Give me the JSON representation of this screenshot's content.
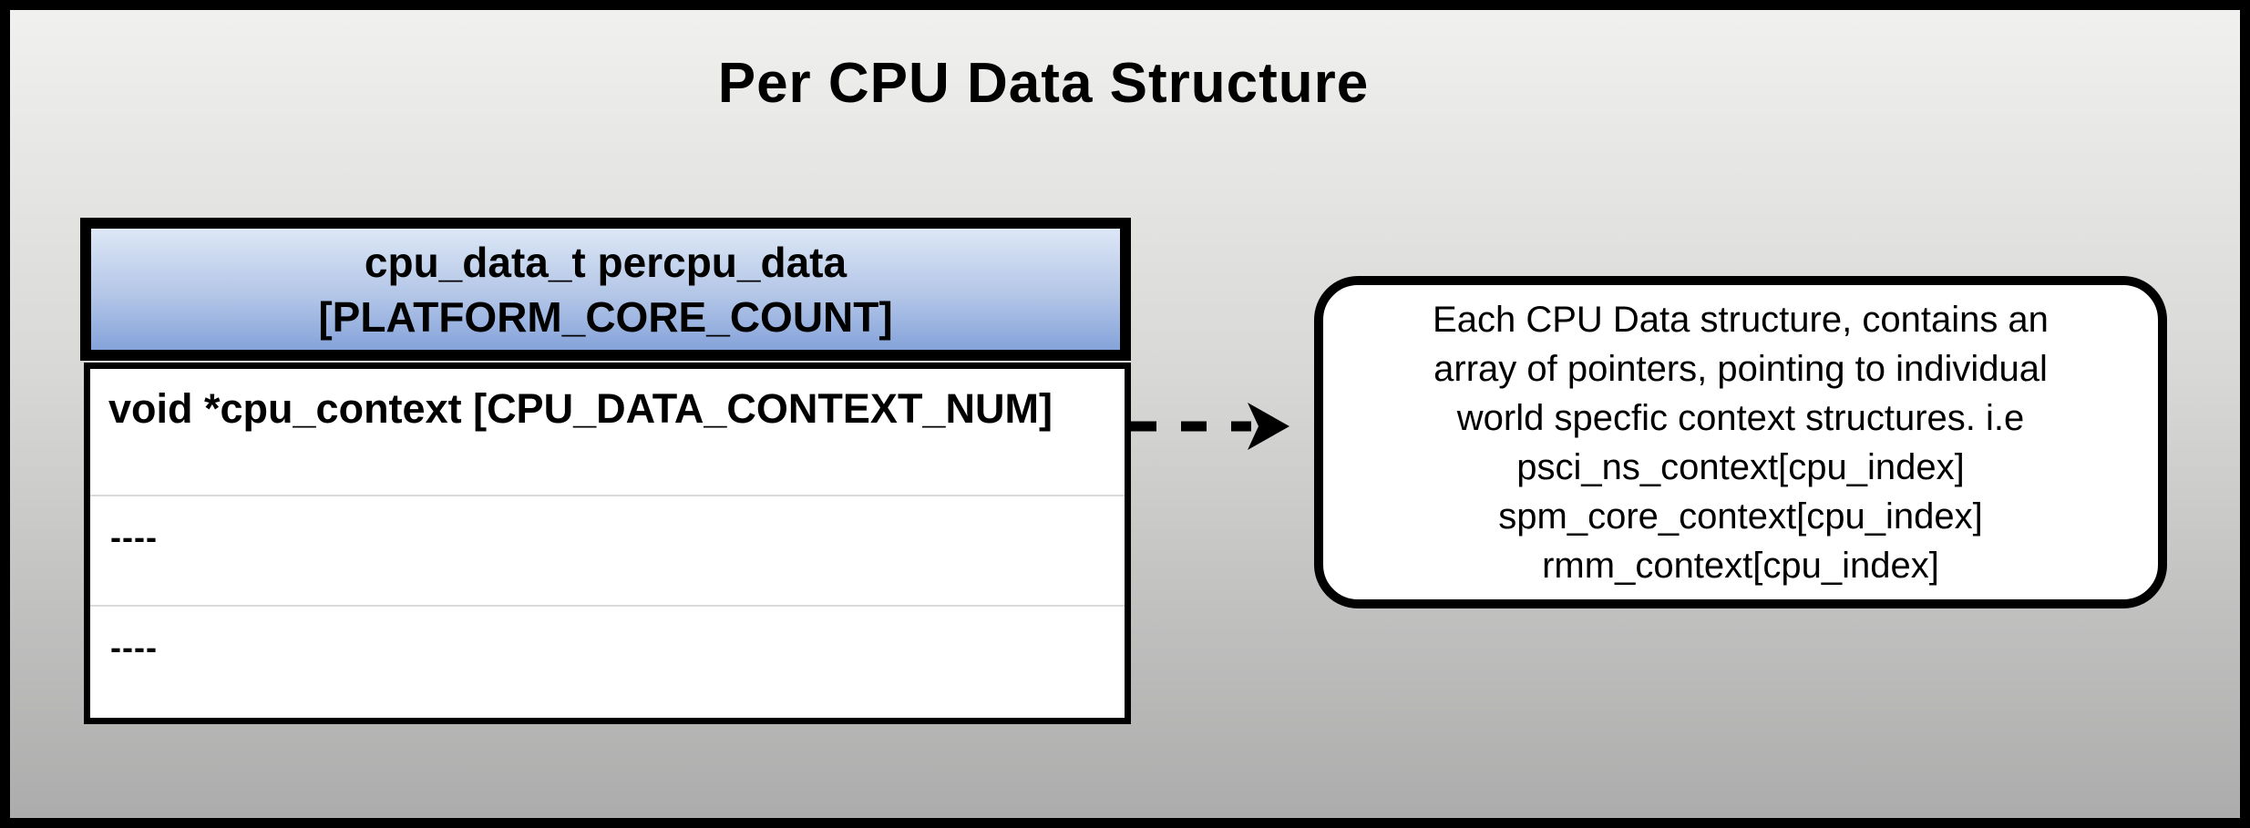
{
  "title": "Per CPU Data Structure",
  "table": {
    "header_line1": "cpu_data_t percpu_data",
    "header_line2": "[PLATFORM_CORE_COUNT]",
    "rows": [
      "void *cpu_context [CPU_DATA_CONTEXT_NUM]",
      "----",
      "----"
    ]
  },
  "arrow": {
    "icon": "dashed-right-arrow",
    "direction": "right",
    "style": "dashed"
  },
  "annotation": {
    "lines": [
      "Each CPU Data structure, contains an",
      "array of pointers, pointing to individual",
      "world specfic context structures. i.e",
      "psci_ns_context[cpu_index]",
      "spm_core_context[cpu_index]",
      "rmm_context[cpu_index]"
    ]
  },
  "colors": {
    "frame_border": "#000000",
    "background_top": "#f1f1ef",
    "background_bottom": "#ababab",
    "header_gradient_top": "#dde7f6",
    "header_gradient_bottom": "#85a3da",
    "table_body_fill": "#ffffff",
    "row_separator": "#d9d9d9",
    "annotation_fill": "#ffffff",
    "arrow_color": "#000000",
    "text": "#000000"
  }
}
